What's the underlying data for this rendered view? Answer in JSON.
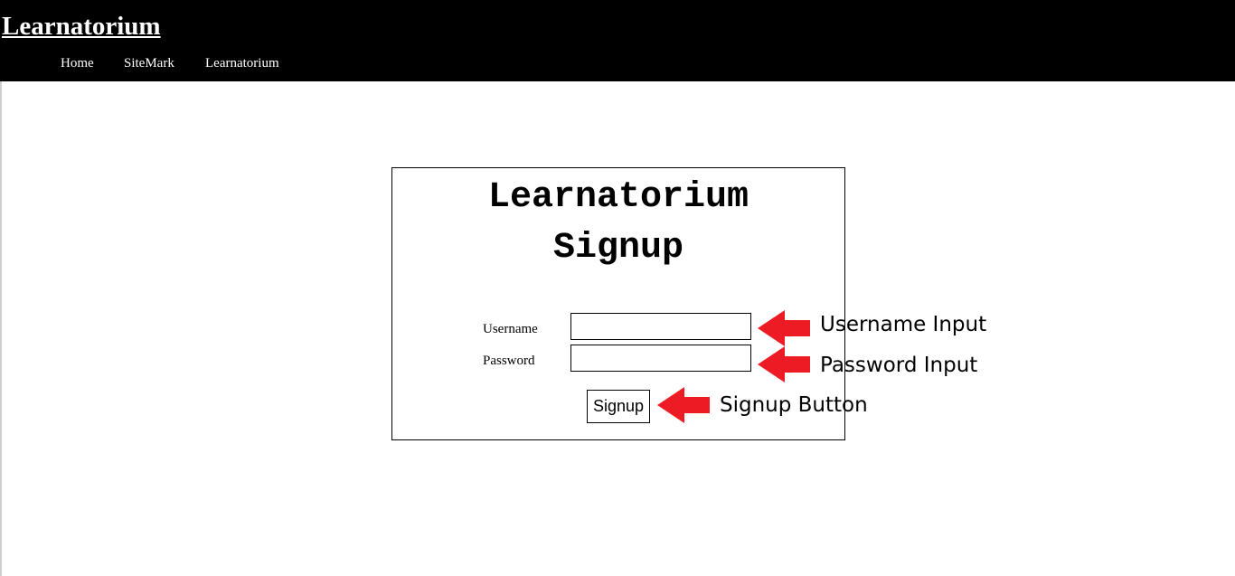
{
  "header": {
    "site_title": "Learnatorium",
    "nav": [
      {
        "label": "Home"
      },
      {
        "label": "SiteMark"
      },
      {
        "label": "Learnatorium"
      }
    ]
  },
  "form": {
    "title_line1": "Learnatorium",
    "title_line2": "Signup",
    "username_label": "Username",
    "username_value": "",
    "password_label": "Password",
    "password_value": "",
    "signup_button": "Signup"
  },
  "annotations": {
    "username": "Username Input",
    "password": "Password Input",
    "signup": "Signup Button",
    "arrow_color": "#ed1c24",
    "arrow_icon": "left-arrow-icon"
  },
  "colors": {
    "header_bg": "#000000",
    "header_text": "#ffffff",
    "page_bg": "#ffffff",
    "arrow": "#ed1c24"
  }
}
